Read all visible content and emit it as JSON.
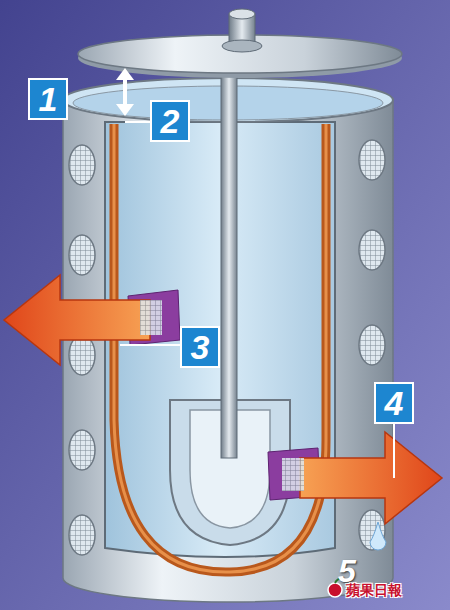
{
  "diagram": {
    "labels": [
      "1",
      "2",
      "3",
      "4",
      "5",
      "蘋果日報"
    ]
  }
}
